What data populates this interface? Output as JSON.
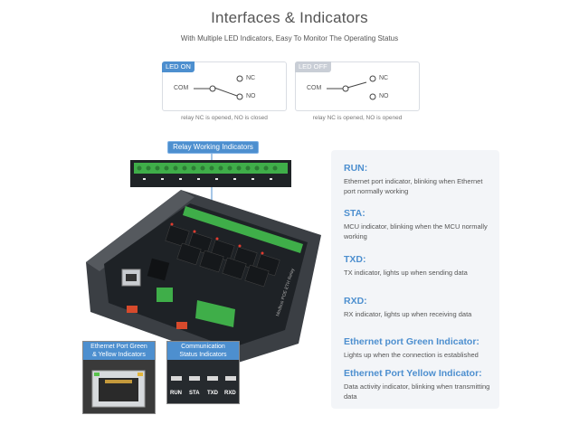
{
  "header": {
    "title": "Interfaces & Indicators",
    "subtitle": "With Multiple LED Indicators, Easy To Monitor The Operating Status"
  },
  "relay_status": [
    {
      "badge": "LED ON",
      "badge_color": "#4d8fcf",
      "com": "COM",
      "nc": "NC",
      "no": "NO",
      "caption": "relay NC is opened, NO is closed"
    },
    {
      "badge": "LED OFF",
      "badge_color": "#c9ced6",
      "com": "COM",
      "nc": "NC",
      "no": "NO",
      "caption": "relay NC is opened, NO is opened"
    }
  ],
  "device_labels": {
    "relay_working": "Relay Working Indicators",
    "ethernet_port_line1": "Ethernet Port Green",
    "ethernet_port_line2": "& Yellow Indicators",
    "comm_status_line1": "Communication",
    "comm_status_line2": "Status Indicators",
    "led_names": [
      "RUN",
      "STA",
      "TXD",
      "RXD"
    ]
  },
  "indicators": [
    {
      "title": "RUN:",
      "desc": "Ethernet port indicator, blinking when Ethernet port normally working"
    },
    {
      "title": "STA:",
      "desc": "MCU indicator, blinking when the MCU normally working"
    },
    {
      "title": "TXD:",
      "desc": "TX indicator, lights up when sending data"
    },
    {
      "title": "RXD:",
      "desc": "RX indicator, lights up when receiving data"
    },
    {
      "title": "Ethernet port Green Indicator:",
      "desc": "Lights up when the connection is established"
    },
    {
      "title": "Ethernet Port Yellow Indicator:",
      "desc": "Data activity indicator, blinking when transmitting data"
    }
  ],
  "colors": {
    "accent": "#4d8fcf",
    "terminal_green": "#3fae49",
    "pcb": "#1e2226",
    "case": "#3b3f44"
  }
}
